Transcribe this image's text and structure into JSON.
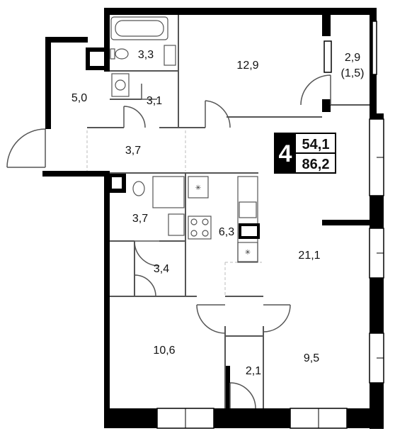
{
  "plan": {
    "rooms_count": "4",
    "living_area": "54,1",
    "total_area": "86,2",
    "rooms": [
      {
        "id": "bathroom",
        "area": "3,3"
      },
      {
        "id": "bedroom-top",
        "area": "12,9"
      },
      {
        "id": "loggia",
        "area": "2,9",
        "area_reduced": "(1,5)"
      },
      {
        "id": "hall-left",
        "area": "5,0"
      },
      {
        "id": "toilet-top",
        "area": "3,1"
      },
      {
        "id": "corridor",
        "area": "3,7"
      },
      {
        "id": "bathroom-middle",
        "area": "3,7"
      },
      {
        "id": "kitchen",
        "area": "6,3"
      },
      {
        "id": "living-room",
        "area": "21,1"
      },
      {
        "id": "laundry",
        "area": "3,4"
      },
      {
        "id": "bedroom-left",
        "area": "10,6"
      },
      {
        "id": "wardrobe",
        "area": "2,1"
      },
      {
        "id": "bedroom-right",
        "area": "9,5"
      }
    ]
  },
  "colors": {
    "wall": "#000000",
    "thin_line": "#555555",
    "dashed": "#bbbbbb",
    "background": "#ffffff"
  }
}
